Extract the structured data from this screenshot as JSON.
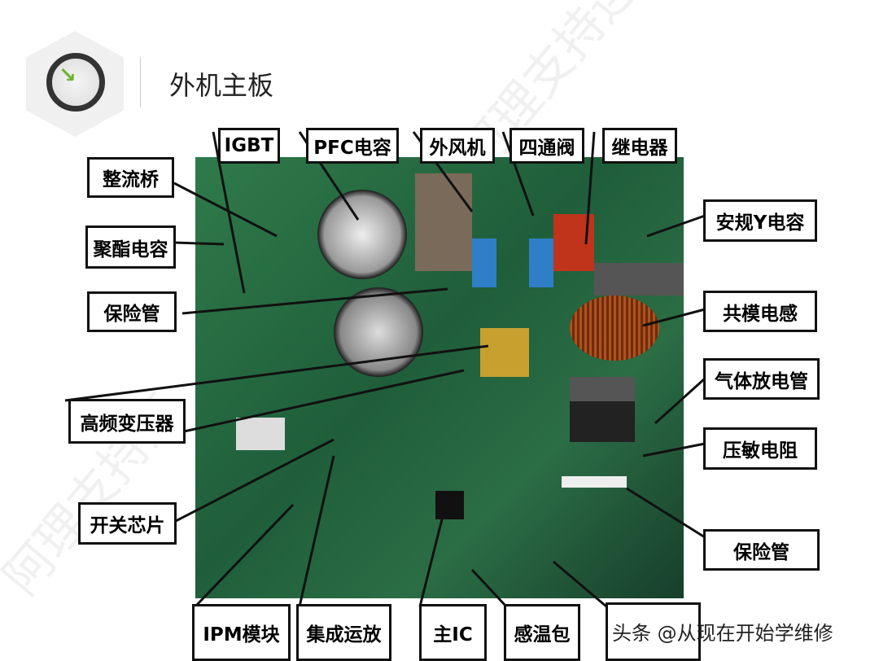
{
  "header": {
    "title": "外机主板",
    "icon": "arrow-down-right-icon",
    "accent": "#6bb52c"
  },
  "labels": {
    "igbt": "IGBT",
    "pfc": "PFC电容",
    "fan": "外风机",
    "valve": "四通阀",
    "relay": "继电器",
    "rectifier": "整流桥",
    "polyester_cap": "聚酯电容",
    "fuse_left": "保险管",
    "y_cap": "安规Y电容",
    "common_choke": "共模电感",
    "gas_tube": "气体放电管",
    "hf_transformer": "高频变压器",
    "varistor": "压敏电阻",
    "switch_chip": "开关芯片",
    "fuse_right": "保险管",
    "ipm": "IPM模块",
    "opamp": "集成运放",
    "main_ic": "主IC",
    "sensor": "感温包"
  },
  "watermark": "头条 @从现在开始学维修",
  "background_watermark": "阿理支持连"
}
